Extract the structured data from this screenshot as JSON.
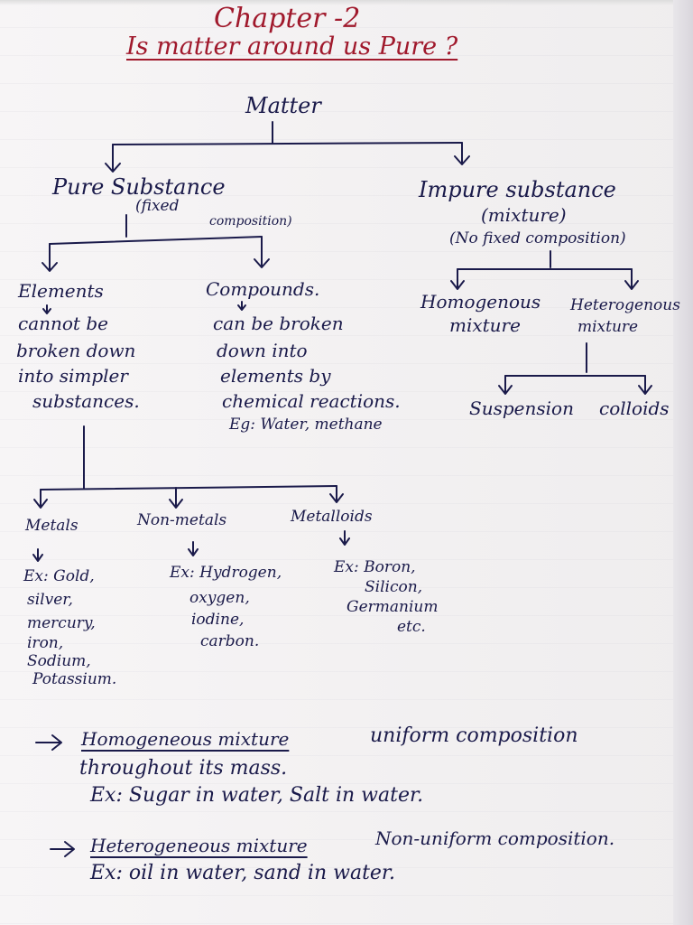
{
  "header": {
    "chapter": "Chapter -2",
    "title": "Is matter around us Pure ?"
  },
  "tree": {
    "root": "Matter",
    "pure": {
      "label": "Pure Substance",
      "detail_line1": "(fixed",
      "detail_line2": "composition)"
    },
    "impure": {
      "label": "Impure substance",
      "alt": "(mixture)",
      "detail": "(No fixed composition)"
    },
    "elements": {
      "label": "Elements",
      "desc": [
        "cannot be",
        "broken down",
        "into simpler",
        "substances."
      ]
    },
    "compounds": {
      "label": "Compounds.",
      "desc": [
        "can be broken",
        "down into",
        "elements by",
        "chemical reactions."
      ],
      "example": "Eg: Water, methane"
    },
    "homogeneous": {
      "line1": "Homogenous",
      "line2": "mixture"
    },
    "heterogeneous": {
      "line1": "Heterogenous",
      "line2": "mixture"
    },
    "suspension": "Suspension",
    "colloids": "colloids",
    "metals": {
      "label": "Metals",
      "example": [
        "Ex: Gold,",
        "silver,",
        "mercury,",
        "iron,",
        "Sodium,",
        "Potassium."
      ]
    },
    "nonmetals": {
      "label": "Non-metals",
      "example": [
        "Ex: Hydrogen,",
        "oxygen,",
        "iodine,",
        "carbon."
      ]
    },
    "metalloids": {
      "label": "Metalloids",
      "example": [
        "Ex: Boron,",
        "Silicon,",
        "Germanium",
        "etc."
      ]
    }
  },
  "notes": {
    "homogeneous": {
      "term": "Homogeneous mixture",
      "definition": "uniform composition",
      "line2": "throughout its mass.",
      "example": "Ex: Sugar in water, Salt in water."
    },
    "heterogeneous": {
      "term": "Heterogeneous mixture",
      "definition": "Non-uniform composition.",
      "example": "Ex: oil in water, sand in water."
    }
  }
}
